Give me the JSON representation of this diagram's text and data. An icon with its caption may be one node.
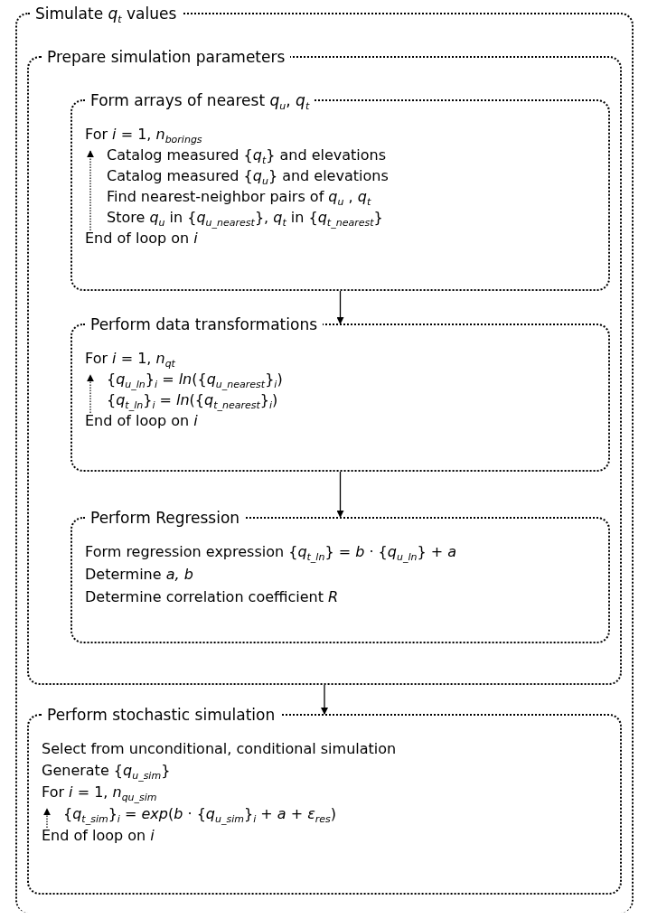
{
  "diagram": {
    "nodes": [
      {
        "text": [
          "Simulate *q*$_{t}$ values"
        ]
      },
      {
        "text": [
          "Prepare simulation parameters"
        ],
        "in": 0
      },
      {
        "text": [
          "Form arrays of nearest *q*$_{u}$, *q*$_{t}$",
          "For *i* = 1, *n*$_{borings}$",
          "Catalog measured {*q*$_{t}$} and elevations",
          "Catalog measured {*q*$_{u}$} and elevations",
          "Find nearest-neighbor pairs of *q*$_{u}$ , *q*$_{t}$",
          "Store *q*$_{u}$ in {*q*$_{u_nearest}$}, *q*$_{t}$ in {*q*$_{t_nearest}$}",
          "End of loop on *i*"
        ],
        "in": 1
      },
      {
        "text": [
          "Perform data transformations",
          "For *i* = 1, *n*$_{qt}$",
          "{*q*$_{u_ln}$}$_{i}$ = *ln*({*q*$_{u_nearest}$}$_{i}$)",
          "{*q*$_{t_ln}$}$_{i}$ = *ln*({*q*$_{t_nearest}$}$_{i}$)",
          "End of loop on *i*"
        ],
        "in": 1
      },
      {
        "text": [
          "Perform Regression",
          "Form regression expression {*q*$_{t_ln}$} = *b* · {*q*$_{u_ln}$} + *a*",
          "Determine *a, b*",
          "Determine correlation coefficient *R*"
        ],
        "in": 1
      },
      {
        "text": [
          "Perform stochastic simulation",
          "Select from unconditional, conditional simulation",
          "Generate {*q*$_{u_sim}$}",
          "For *i* = 1, *n*$_{qu_sim}$",
          "{*q*$_{t_sim}$}$_{i}$ = *exp*(*b* · {*q*$_{u_sim}$}$_{i}$ + *a* + *ε*$_{res}$)",
          "End of loop on *i*"
        ],
        "in": 0
      }
    ],
    "edges": [
      {
        "from": 2,
        "to": 3,
        "arrow": "to"
      },
      {
        "from": 3,
        "to": 4,
        "arrow": "to"
      },
      {
        "from": 1,
        "to": 5,
        "arrow": "to"
      }
    ]
  }
}
